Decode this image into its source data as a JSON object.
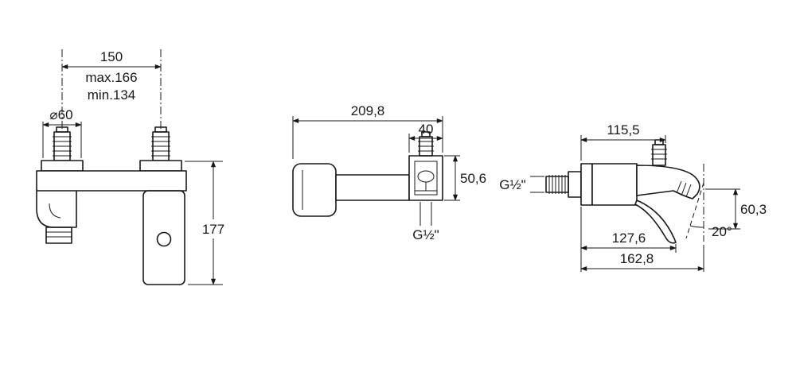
{
  "drawing": {
    "front_view": {
      "dim_width": "150",
      "dim_max": "max.166",
      "dim_min": "min.134",
      "dim_diameter": "⌀60",
      "dim_height": "177"
    },
    "side_view": {
      "dim_length": "209,8",
      "dim_bracket_width": "40",
      "dim_bracket_height": "50,6",
      "thread_label": "G½\""
    },
    "profile_view": {
      "dim_width": "115,5",
      "thread_label": "G½\"",
      "dim_spout_drop": "60,3",
      "dim_angle": "20°",
      "dim_depth_handle": "127,6",
      "dim_depth_total": "162,8"
    }
  }
}
